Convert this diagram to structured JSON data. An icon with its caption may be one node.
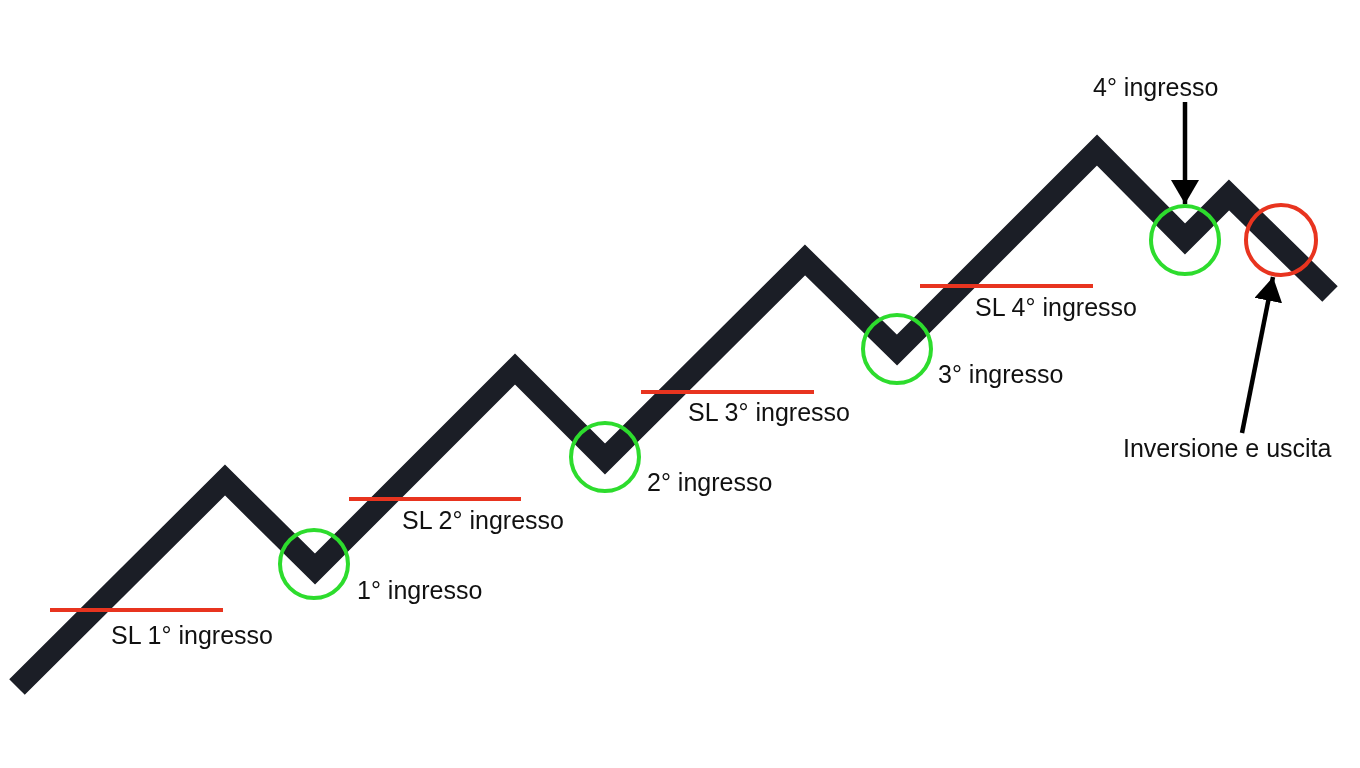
{
  "diagram": {
    "nodes": [
      {
        "text": [],
        "shape": "circle",
        "beside": [
          "1° ingresso"
        ]
      },
      {
        "text": [],
        "shape": "circle",
        "beside": [
          "2° ingresso"
        ]
      },
      {
        "text": [],
        "shape": "circle",
        "beside": [
          "3° ingresso"
        ]
      },
      {
        "text": [
          "4° ingresso"
        ]
      },
      {
        "text": [],
        "shape": "circle"
      },
      {
        "text": [],
        "shape": "circle"
      },
      {
        "text": [
          "Inversione e uscita"
        ]
      }
    ],
    "edges": [
      {
        "from": 3,
        "to": 4,
        "arrow": "to"
      },
      {
        "from": 6,
        "to": 5,
        "arrow": "to"
      }
    ],
    "labels": [
      "SL 1° ingresso",
      "SL 2° ingresso",
      "SL 3° ingresso",
      "SL 4° ingresso"
    ]
  }
}
